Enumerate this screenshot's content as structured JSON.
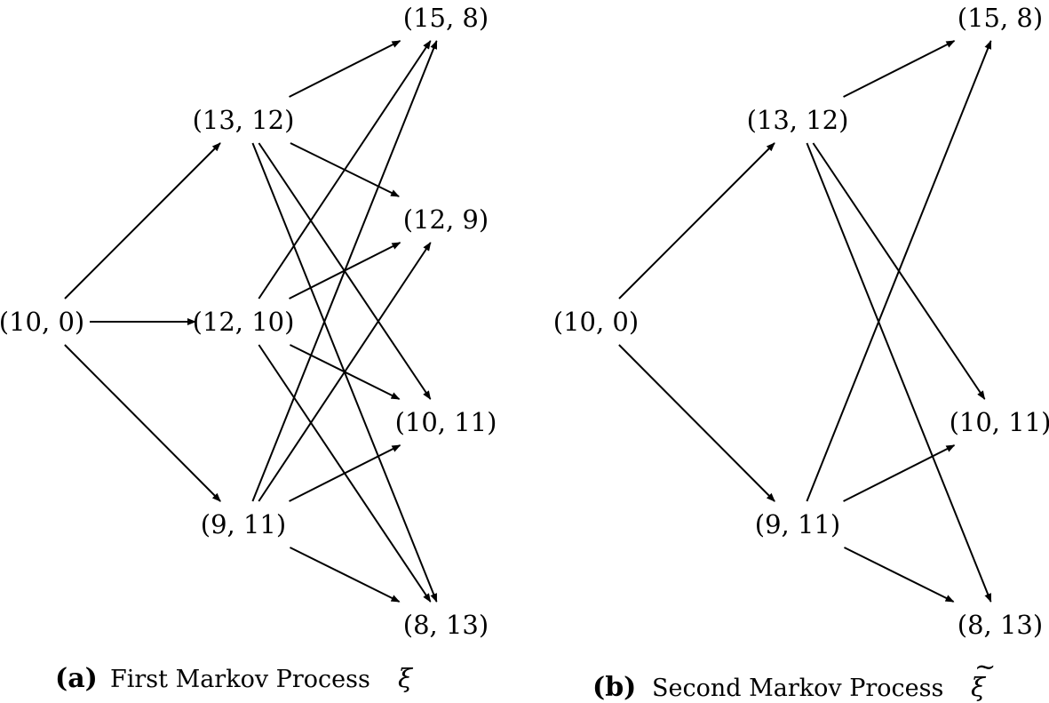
{
  "diagrams": [
    {
      "id": "a",
      "caption_tag": "(a)",
      "caption_text": "First Markov Process",
      "caption_symbol": "ξ",
      "caption_accent": "",
      "nodes": [
        {
          "id": "n10_0",
          "label": "(10, 0)"
        },
        {
          "id": "n13_12",
          "label": "(13, 12)"
        },
        {
          "id": "n12_10",
          "label": "(12, 10)"
        },
        {
          "id": "n9_11",
          "label": "(9, 11)"
        },
        {
          "id": "n15_8",
          "label": "(15, 8)"
        },
        {
          "id": "n12_9",
          "label": "(12, 9)"
        },
        {
          "id": "n10_11",
          "label": "(10, 11)"
        },
        {
          "id": "n8_13",
          "label": "(8, 13)"
        }
      ],
      "edges": [
        {
          "from": "n10_0",
          "to": "n13_12"
        },
        {
          "from": "n10_0",
          "to": "n12_10"
        },
        {
          "from": "n10_0",
          "to": "n9_11"
        },
        {
          "from": "n13_12",
          "to": "n15_8"
        },
        {
          "from": "n13_12",
          "to": "n12_9"
        },
        {
          "from": "n13_12",
          "to": "n10_11"
        },
        {
          "from": "n13_12",
          "to": "n8_13"
        },
        {
          "from": "n12_10",
          "to": "n15_8"
        },
        {
          "from": "n12_10",
          "to": "n12_9"
        },
        {
          "from": "n12_10",
          "to": "n10_11"
        },
        {
          "from": "n12_10",
          "to": "n8_13"
        },
        {
          "from": "n9_11",
          "to": "n15_8"
        },
        {
          "from": "n9_11",
          "to": "n12_9"
        },
        {
          "from": "n9_11",
          "to": "n10_11"
        },
        {
          "from": "n9_11",
          "to": "n8_13"
        }
      ]
    },
    {
      "id": "b",
      "caption_tag": "(b)",
      "caption_text": "Second Markov Process",
      "caption_symbol": "ξ",
      "caption_accent": "~",
      "nodes": [
        {
          "id": "n10_0",
          "label": "(10, 0)"
        },
        {
          "id": "n13_12",
          "label": "(13, 12)"
        },
        {
          "id": "n9_11",
          "label": "(9, 11)"
        },
        {
          "id": "n15_8",
          "label": "(15, 8)"
        },
        {
          "id": "n10_11",
          "label": "(10, 11)"
        },
        {
          "id": "n8_13",
          "label": "(8, 13)"
        }
      ],
      "edges": [
        {
          "from": "n10_0",
          "to": "n13_12"
        },
        {
          "from": "n10_0",
          "to": "n9_11"
        },
        {
          "from": "n13_12",
          "to": "n15_8"
        },
        {
          "from": "n13_12",
          "to": "n10_11"
        },
        {
          "from": "n13_12",
          "to": "n8_13"
        },
        {
          "from": "n9_11",
          "to": "n15_8"
        },
        {
          "from": "n9_11",
          "to": "n10_11"
        },
        {
          "from": "n9_11",
          "to": "n8_13"
        }
      ]
    }
  ]
}
